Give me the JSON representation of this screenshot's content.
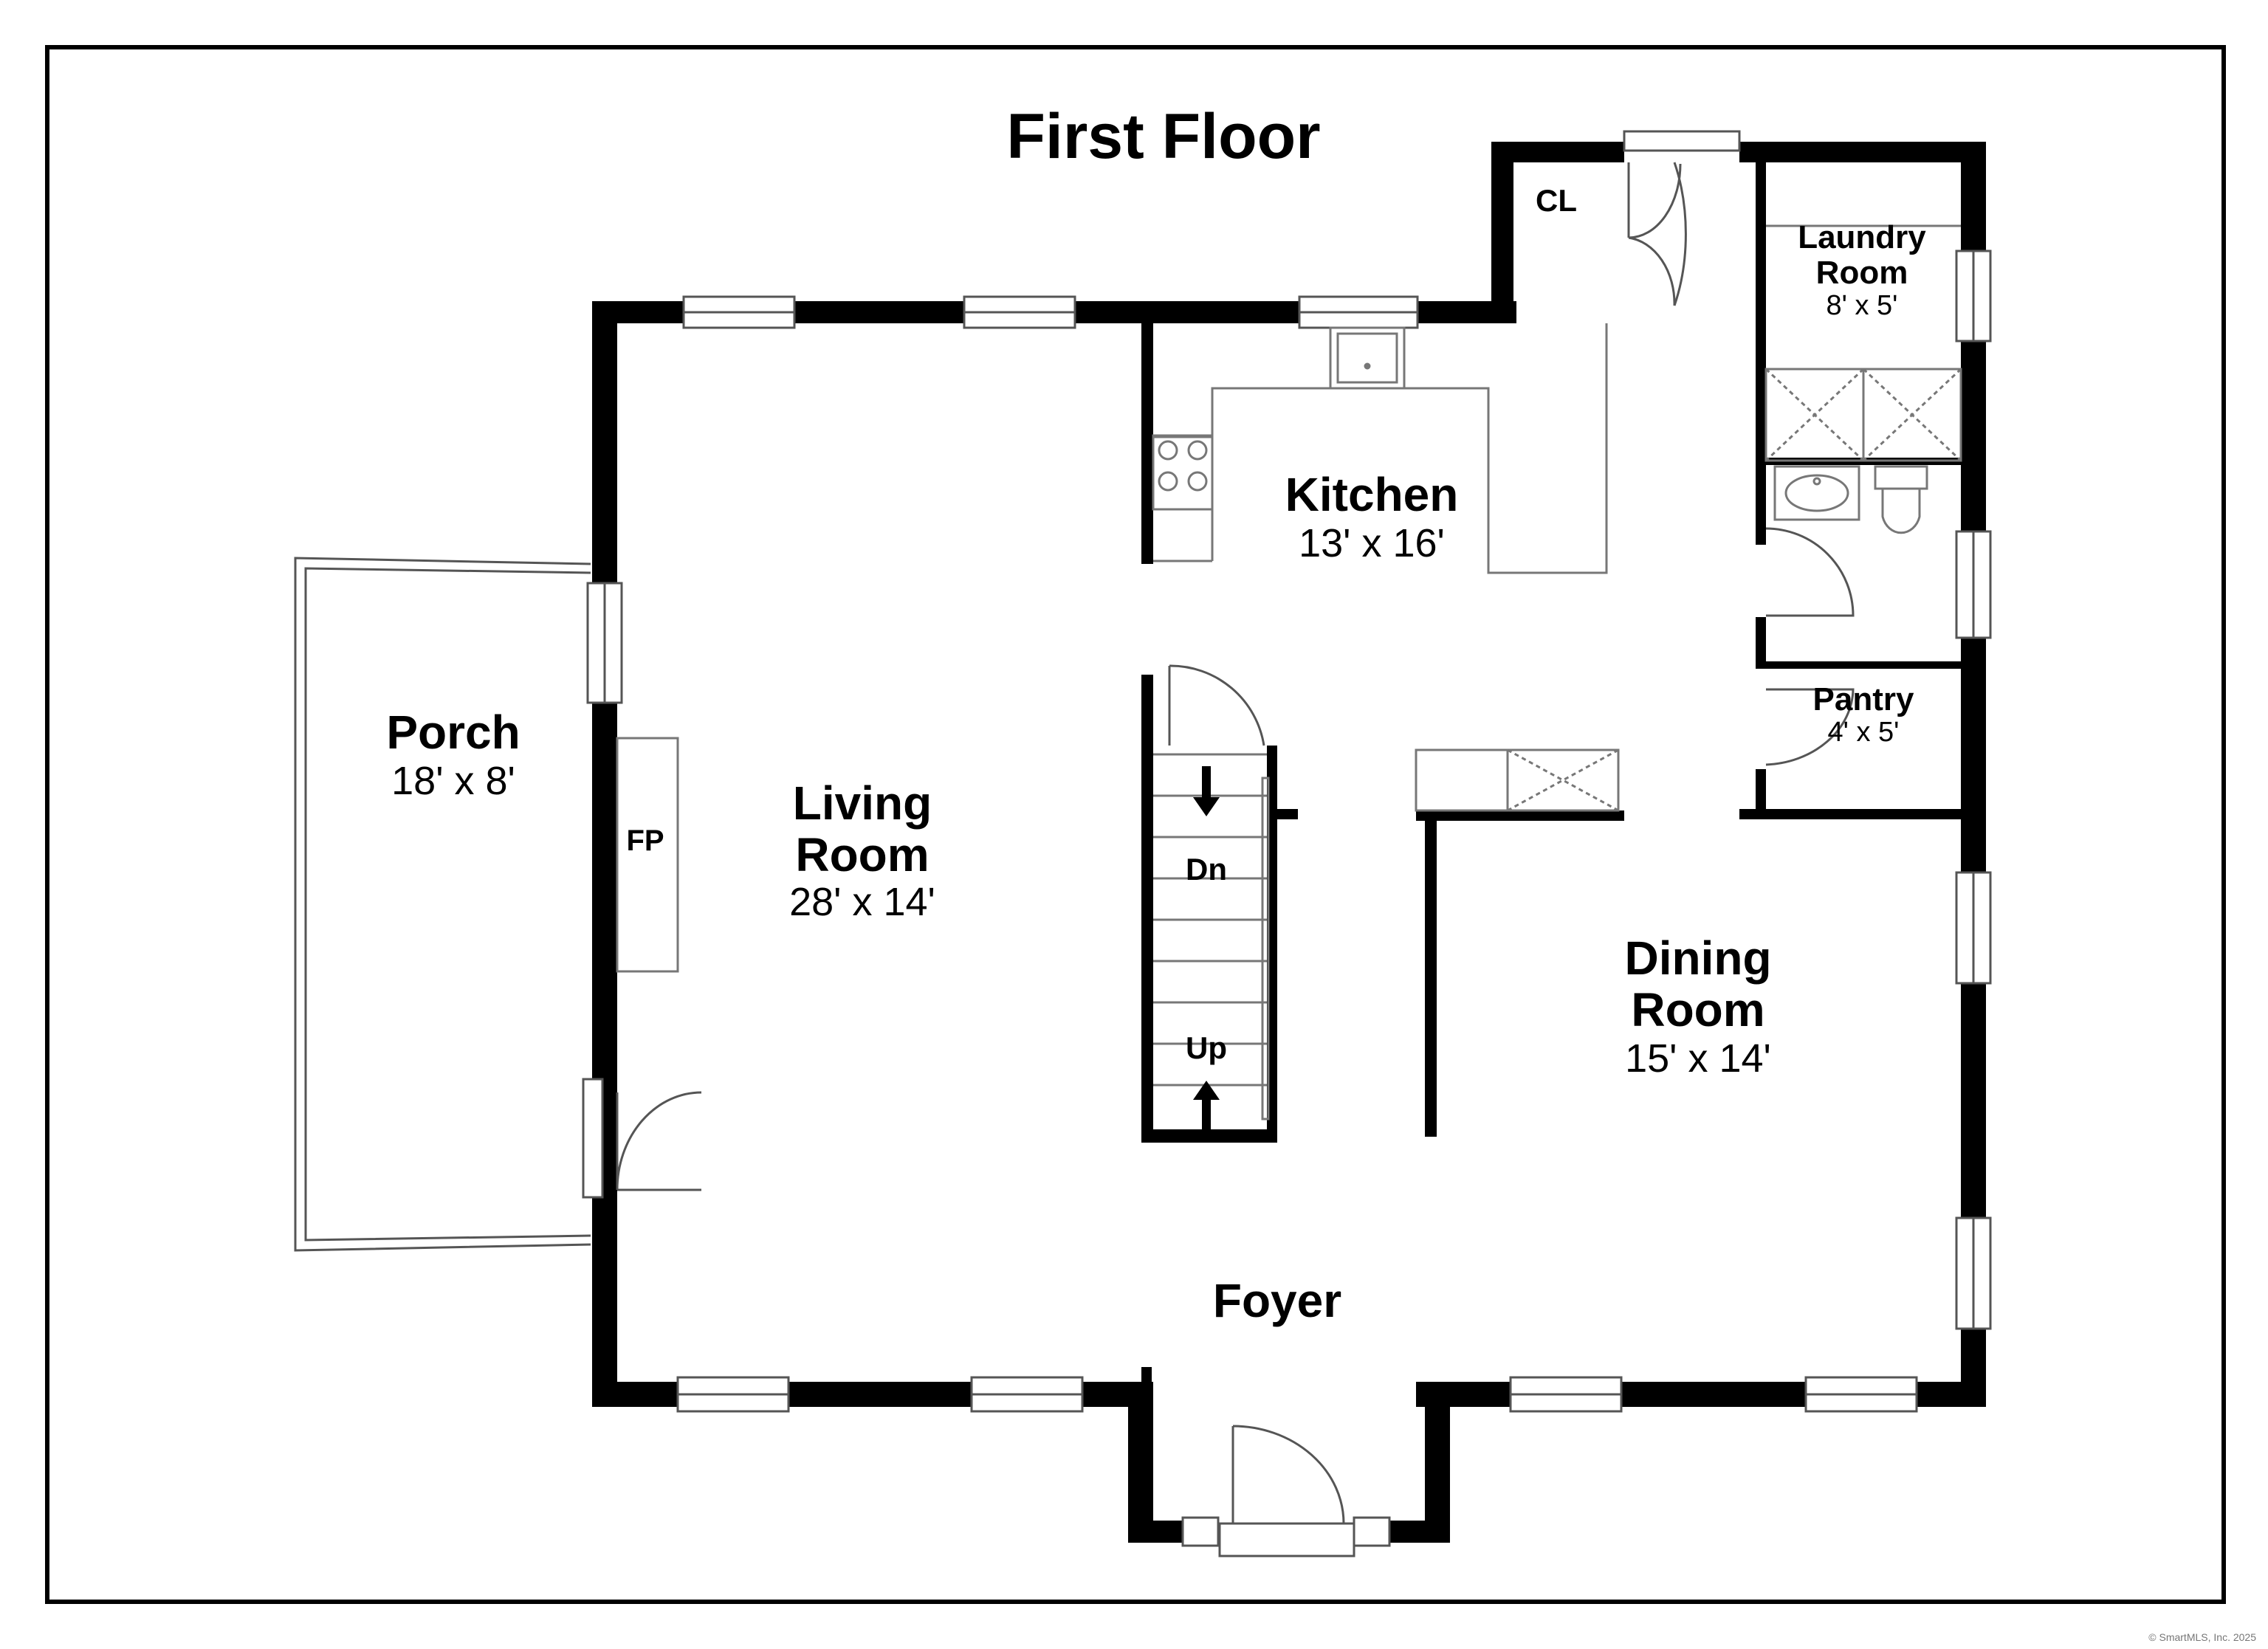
{
  "title": "First Floor",
  "rooms": {
    "closet": {
      "name": "CL"
    },
    "laundry": {
      "name_line1": "Laundry",
      "name_line2": "Room",
      "size": "8' x 5'"
    },
    "kitchen": {
      "name": "Kitchen",
      "size": "13' x 16'"
    },
    "porch": {
      "name": "Porch",
      "size": "18' x 8'"
    },
    "fireplace": {
      "name": "FP"
    },
    "living": {
      "name_line1": "Living",
      "name_line2": "Room",
      "size": "28' x 14'"
    },
    "stairs": {
      "down": "Dn",
      "up": "Up"
    },
    "pantry": {
      "name": "Pantry",
      "size": "4' x 5'"
    },
    "dining": {
      "name_line1": "Dining",
      "name_line2": "Room",
      "size": "15' x 14'"
    },
    "foyer": {
      "name": "Foyer"
    }
  },
  "copyright": "© SmartMLS, Inc. 2025",
  "colors": {
    "wall": "#000000",
    "fixture": "#777777",
    "background": "#ffffff"
  }
}
